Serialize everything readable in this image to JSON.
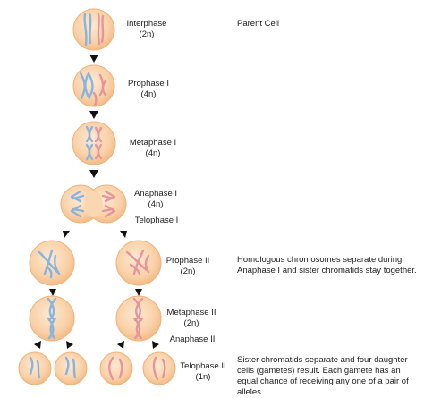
{
  "stages": {
    "interphase": {
      "name": "Interphase",
      "ploidy": "(2n)"
    },
    "prophase1": {
      "name": "Prophase I",
      "ploidy": "(4n)"
    },
    "metaphase1": {
      "name": "Metaphase I",
      "ploidy": "(4n)"
    },
    "anaphase1": {
      "name": "Anaphase I",
      "ploidy": "(4n)"
    },
    "telophase1": {
      "name": "Telophase I"
    },
    "prophase2": {
      "name": "Prophase II",
      "ploidy": "(2n)"
    },
    "metaphase2": {
      "name": "Metaphase II",
      "ploidy": "(2n)"
    },
    "anaphase2": {
      "name": "Anaphase II"
    },
    "telophase2": {
      "name": "Telophase II",
      "ploidy": "(1n)"
    }
  },
  "notes": {
    "parent": "Parent Cell",
    "homologous": "Homologous chromosomes separate during Anaphase I and sister chromatids stay together.",
    "sister": "Sister chromatids separate and four daughter cells (gametes) result. Each gamete has an equal chance of receiving any one of a pair of alleles."
  },
  "colors": {
    "cell_fill": "#fad7b0",
    "cell_edge": "#efb27c",
    "chromosome_blue": "#8ab4dc",
    "chromosome_red": "#e6959c",
    "arrow": "#111111"
  }
}
